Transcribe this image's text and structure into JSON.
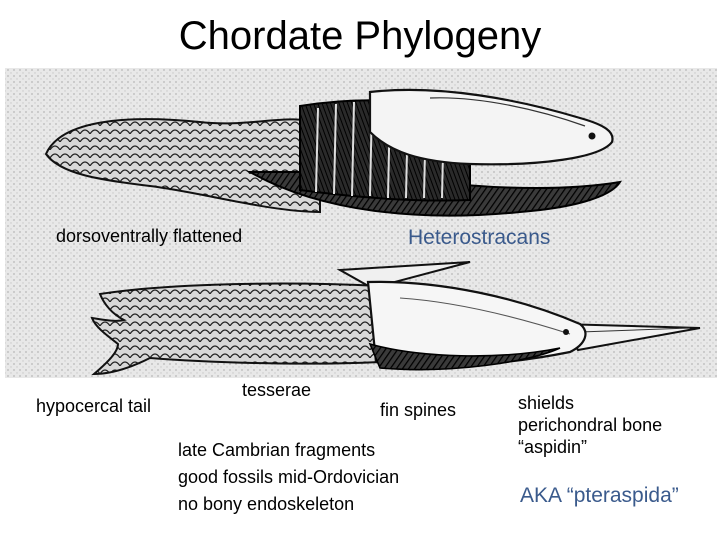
{
  "slide": {
    "title": "Chordate Phylogeny",
    "labels": {
      "dorsoventral": "dorsoventrally flattened",
      "group": "Heterostracans",
      "tail": "hypocercal tail",
      "tesserae": "tesserae",
      "fin_spines": "fin spines",
      "shields": [
        "shields",
        "perichondral bone",
        "“aspidin”"
      ],
      "aka": "AKA “pteraspida”"
    },
    "notes": [
      "late Cambrian fragments",
      "good fossils mid-Ordovician",
      "no bony endoskeleton"
    ],
    "colors": {
      "accent": "#3a5a8c",
      "ink": "#1a1a1a"
    }
  }
}
